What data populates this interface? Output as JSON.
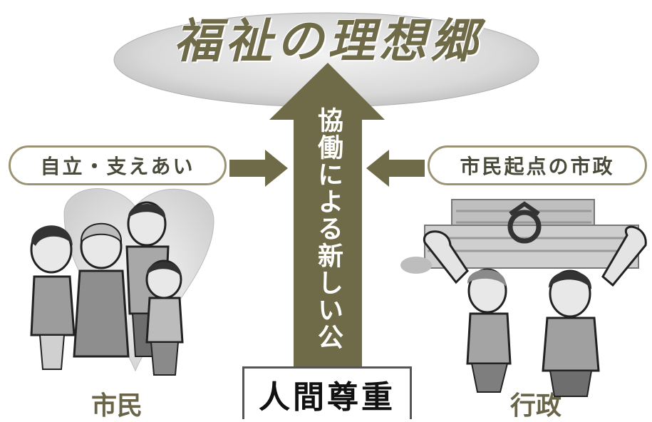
{
  "title": "福祉の理想郷",
  "arrow_label": "協働による新しい公",
  "left_pill": "自立・支えあい",
  "right_pill": "市民起点の市政",
  "bottom_box": "人間尊重",
  "left_caption": "市民",
  "right_caption": "行政",
  "colors": {
    "olive": "#6f6b48",
    "pill_border": "#9a9474",
    "ellipse": "#d6d6d6"
  },
  "icons": [
    "citizens-illustration",
    "government-officials-illustration",
    "city-emblem-icon"
  ]
}
